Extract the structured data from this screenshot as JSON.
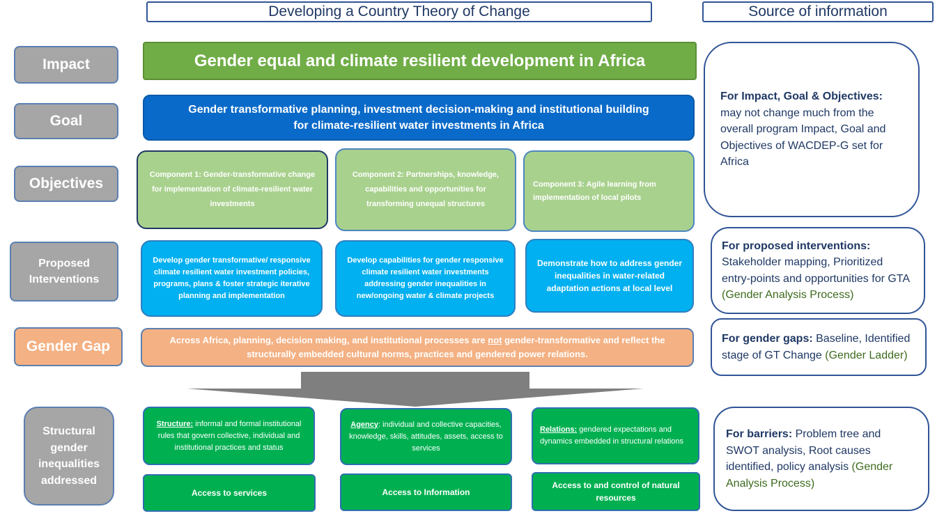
{
  "headers": {
    "left": "Developing a Country Theory of Change",
    "right": "Source of information"
  },
  "rows": {
    "impact": {
      "label": "Impact",
      "text": "Gender equal and climate resilient development in Africa"
    },
    "goal": {
      "label": "Goal",
      "line1": "Gender transformative planning, investment decision-making and institutional building",
      "line2": "for climate-resilient water investments in Africa"
    },
    "objectives": {
      "label": "Objectives",
      "items": [
        "Component 1: Gender-transformative change for implementation of climate-resilient  water investments",
        "Component 2: Partnerships, knowledge, capabilities  and opportunities  for transforming unequal structures",
        "Component 3: Agile learning from implementation  of local pilots"
      ]
    },
    "interventions": {
      "label_line1": "Proposed",
      "label_line2": "Interventions",
      "items": [
        "Develop gender transformative/ responsive climate resilient water investment policies, programs, plans & foster strategic iterative planning and implementation",
        "Develop capabilities for gender responsive climate resilient water investments addressing gender inequalities in new/ongoing water & climate projects",
        "Demonstrate  how to address gender inequalities  in water-related adaptation actions at local level"
      ]
    },
    "gender_gap": {
      "label": "Gender Gap",
      "text_before": "Across Africa, planning, decision making, and institutional processes are ",
      "text_emph": "not",
      "text_after": " gender-transformative and reflect the structurally embedded cultural norms, practices and gendered power relations."
    },
    "structural": {
      "label_lines": [
        "Structural",
        "gender",
        "inequalities",
        "addressed"
      ],
      "boxes": [
        {
          "title": "Structure:",
          "text": " informal and formal institutional rules that govern collective, individual and institutional practices and status"
        },
        {
          "title": "Agency",
          "text": ": individual and collective capacities, knowledge, skills, attitudes, assets, access to services"
        },
        {
          "title": "Relations:",
          "text": " gendered expectations and dynamics embedded in structural relations"
        }
      ],
      "access": [
        "Access to services",
        "Access to Information",
        "Access to and control of natural resources"
      ]
    }
  },
  "sources": {
    "impact_goal": {
      "bold": "For Impact, Goal & Objectives:",
      "text": "may not change much from the overall program Impact, Goal and Objectives of WACDEP-G set for Africa"
    },
    "interventions": {
      "bold": "For proposed  interventions:",
      "text": "Stakeholder mapping, Prioritized entry-points and opportunities for GTA ",
      "green": "(Gender Analysis Process)"
    },
    "gaps": {
      "bold": "For gender gaps:",
      "text": " Baseline, Identified stage of GT Change ",
      "green": "(Gender Ladder)"
    },
    "barriers": {
      "bold": "For barriers:",
      "text": " Problem tree and SWOT analysis, Root causes identified, policy analysis ",
      "green": "(Gender Analysis Process)"
    }
  },
  "colors": {
    "impact": "#70ad47",
    "goal": "#0a6ac9",
    "objectives": "#a9d18e",
    "interventions": "#00b0f0",
    "gender_gap": "#f4b183",
    "structural": "#00b050",
    "row_label": "#a6a6a6",
    "arrow": "#7f7f7f"
  }
}
